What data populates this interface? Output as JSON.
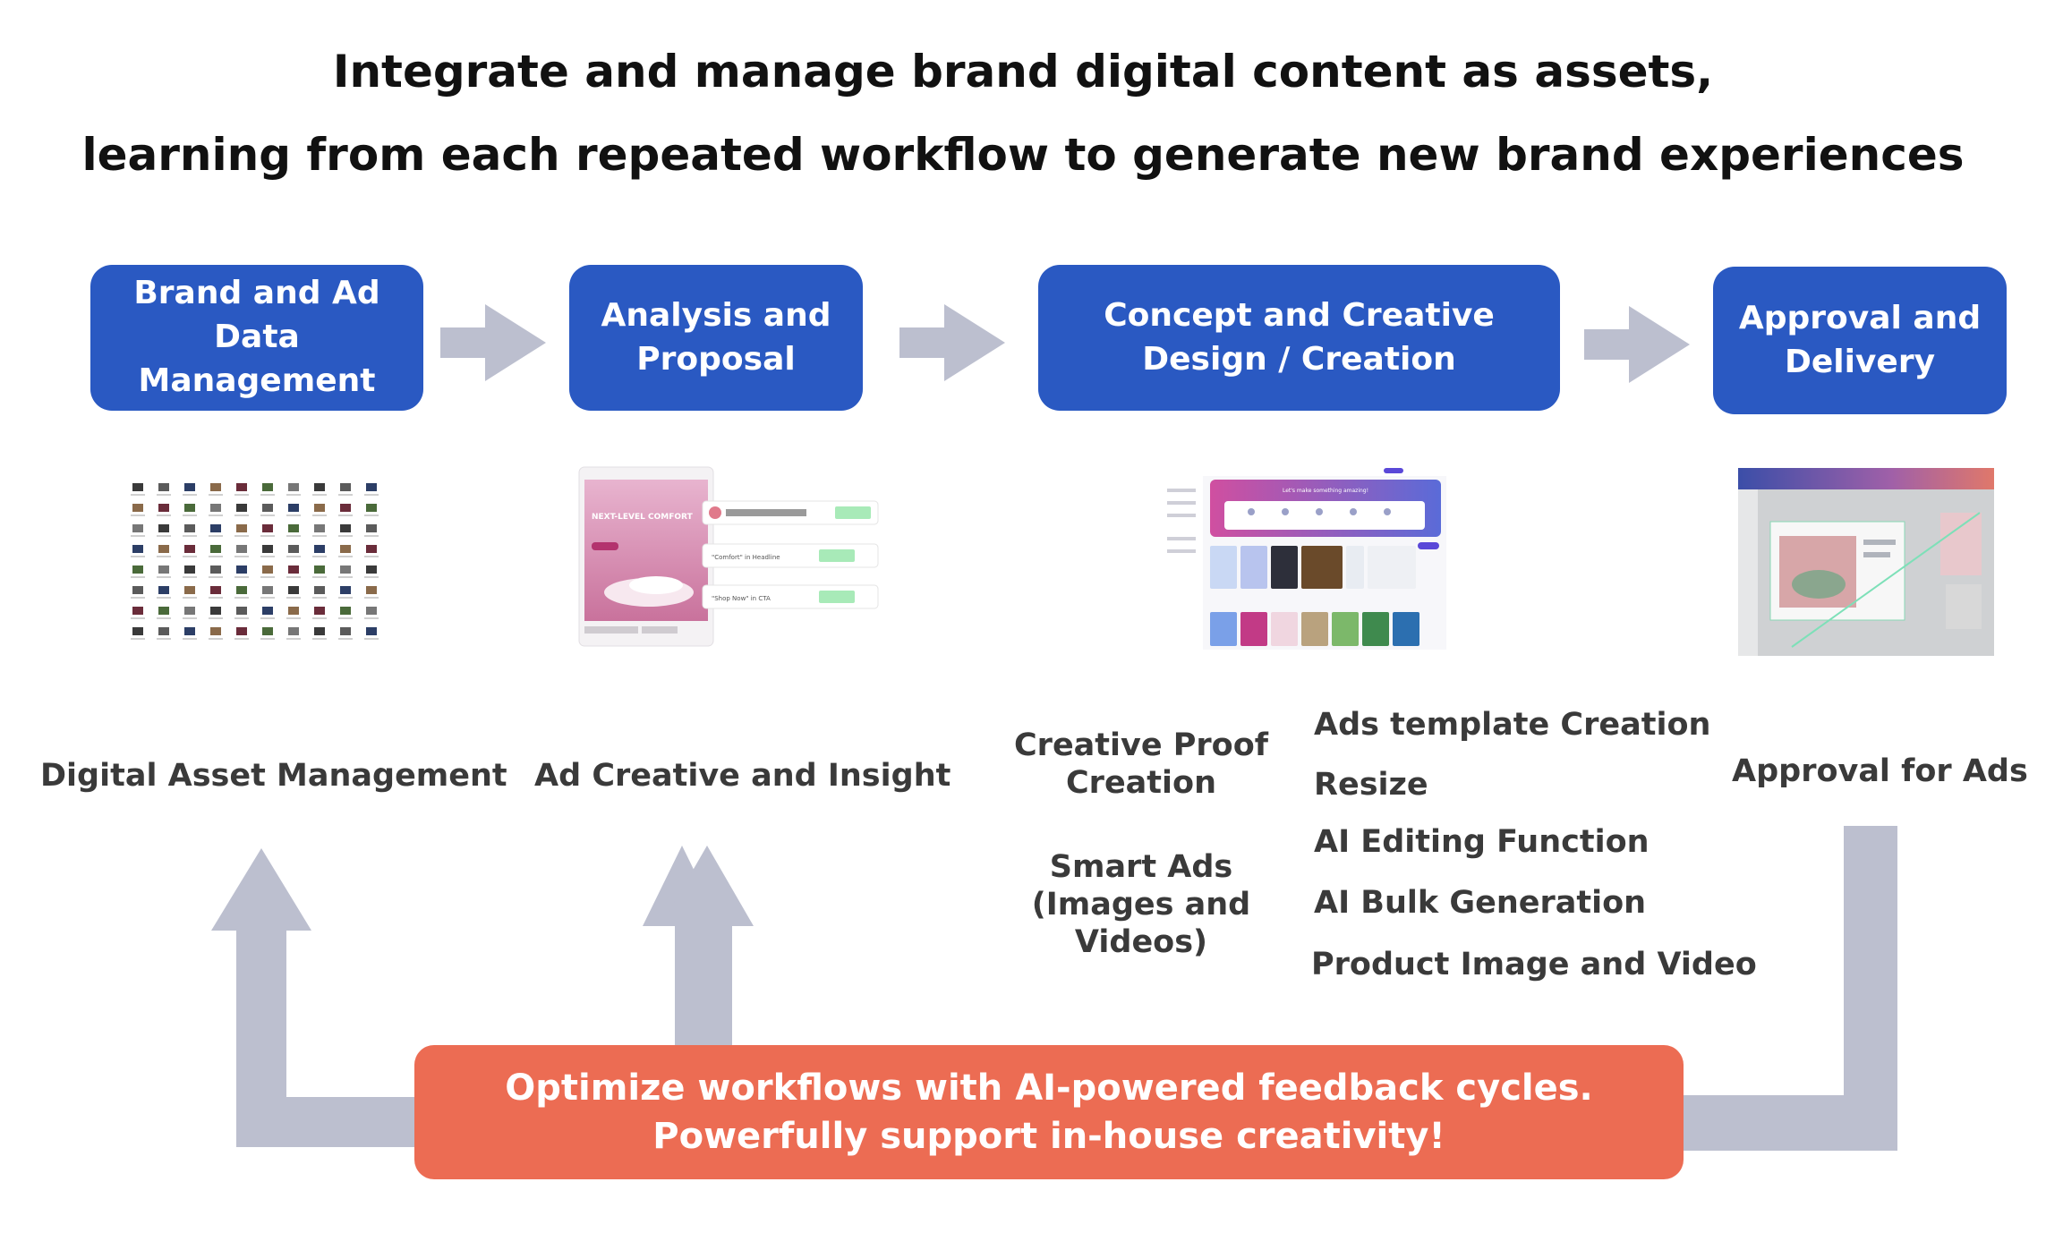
{
  "headline": {
    "line1": "Integrate and manage brand digital content as assets,",
    "line2": "learning from each repeated workflow to generate new brand experiences"
  },
  "stages": [
    {
      "line1": "Brand and Ad",
      "line2": "Data Management"
    },
    {
      "line1": "Analysis and",
      "line2": "Proposal"
    },
    {
      "line1": "Concept and Creative",
      "line2": "Design / Creation"
    },
    {
      "line1": "Approval and",
      "line2": "Delivery"
    }
  ],
  "capabilities": {
    "stage1": "Digital Asset Management",
    "stage2": "Ad Creative and Insight",
    "stage3_left": [
      {
        "line1": "Creative Proof",
        "line2": "Creation"
      },
      {
        "line1": "Smart Ads",
        "line2": "(Images and",
        "line3": "Videos)"
      }
    ],
    "stage3_right": [
      "Ads template Creation",
      "Resize",
      "AI Editing Function",
      "AI Bulk Generation",
      "Product Image and Video"
    ],
    "stage4": "Approval for Ads"
  },
  "feedback_banner": {
    "line1": "Optimize workflows with AI-powered feedback cycles.",
    "line2": "Powerfully support in-house creativity!"
  },
  "screenshot_texts": {
    "ad_headline": "NEXT-LEVEL COMFORT",
    "insight1": "\"Comfort\" in Headline",
    "insight2": "\"Shop Now\" in CTA",
    "hero_text": "Let's make something amazing!"
  },
  "colors": {
    "stage_blue": "#2a59c2",
    "banner_coral": "#ec6c53",
    "arrow_gray": "#bcbfcf",
    "label_gray": "#3a3a3a"
  }
}
